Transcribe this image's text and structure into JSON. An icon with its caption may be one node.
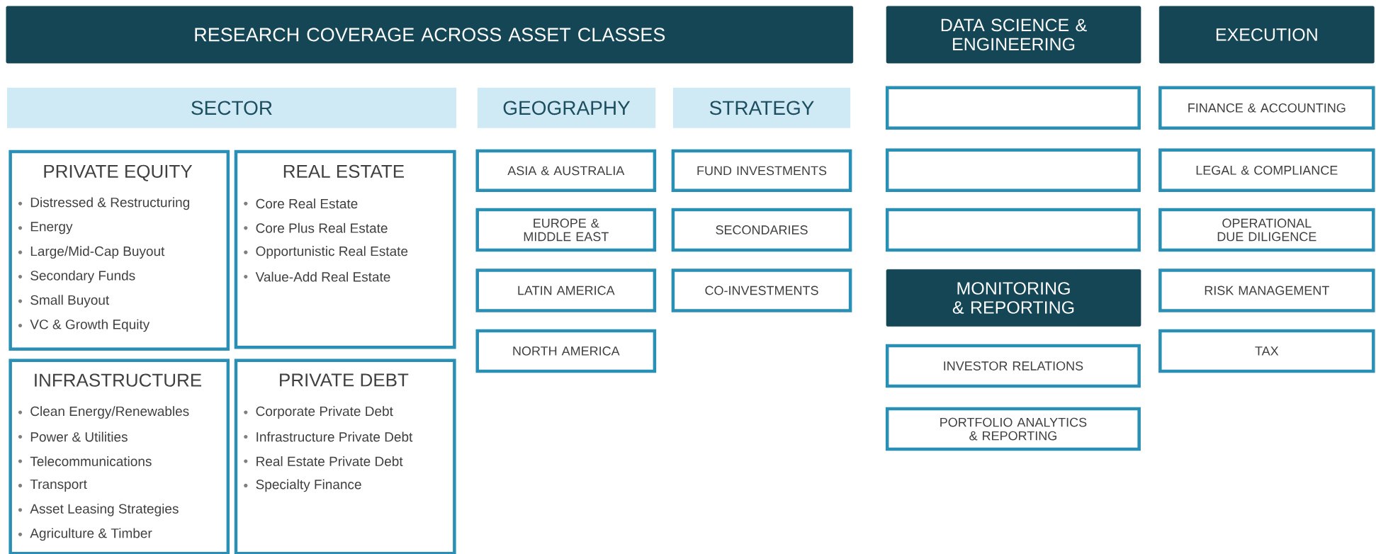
{
  "diagram": {
    "nodes": [
      {
        "text": [
          "RESEARCH COVERAGE ACROSS ASSET CLASSES"
        ]
      },
      {
        "text": [
          "DATA SCIENCE & ENGINEERING"
        ]
      },
      {
        "text": [
          "EXECUTION"
        ]
      },
      {
        "text": [
          "SECTOR"
        ]
      },
      {
        "text": [
          "GEOGRAPHY"
        ]
      },
      {
        "text": [
          "STRATEGY"
        ]
      },
      {
        "text": [
          "PRIVATE EQUITY",
          "Distressed & Restructuring",
          "Energy",
          "Large/Mid-Cap Buyout",
          "Secondary Funds",
          "Small Buyout",
          "VC & Growth Equity"
        ]
      },
      {
        "text": [
          "REAL ESTATE",
          "Core Real Estate",
          "Core Plus Real Estate",
          "Opportunistic Real Estate",
          "Value-Add Real Estate"
        ]
      },
      {
        "text": [
          "INFRASTRUCTURE",
          "Clean Energy/Renewables",
          "Power & Utilities",
          "Telecommunications",
          "Transport",
          "Asset Leasing Strategies",
          "Agriculture & Timber"
        ]
      },
      {
        "text": [
          "PRIVATE DEBT",
          "Corporate Private Debt",
          "Infrastructure Private Debt",
          "Real Estate Private Debt",
          "Specialty Finance"
        ]
      },
      {
        "text": [
          "ASIA & AUSTRALIA"
        ]
      },
      {
        "text": [
          "EUROPE & MIDDLE EAST"
        ]
      },
      {
        "text": [
          "LATIN AMERICA"
        ]
      },
      {
        "text": [
          "NORTH AMERICA"
        ]
      },
      {
        "text": [
          "FUND INVESTMENTS"
        ]
      },
      {
        "text": [
          "SECONDARIES"
        ]
      },
      {
        "text": [
          "CO-INVESTMENTS"
        ]
      },
      {
        "text": [],
        "shape": "box"
      },
      {
        "text": [],
        "shape": "box"
      },
      {
        "text": [],
        "shape": "box"
      },
      {
        "text": [
          "MONITORING & REPORTING"
        ]
      },
      {
        "text": [
          "INVESTOR RELATIONS"
        ]
      },
      {
        "text": [
          "PORTFOLIO ANALYTICS & REPORTING"
        ]
      },
      {
        "text": [
          "FINANCE & ACCOUNTING"
        ]
      },
      {
        "text": [
          "LEGAL & COMPLIANCE"
        ]
      },
      {
        "text": [
          "OPERATIONAL DUE DILIGENCE"
        ]
      },
      {
        "text": [
          "RISK MANAGEMENT"
        ]
      },
      {
        "text": [
          "TAX"
        ]
      }
    ]
  }
}
